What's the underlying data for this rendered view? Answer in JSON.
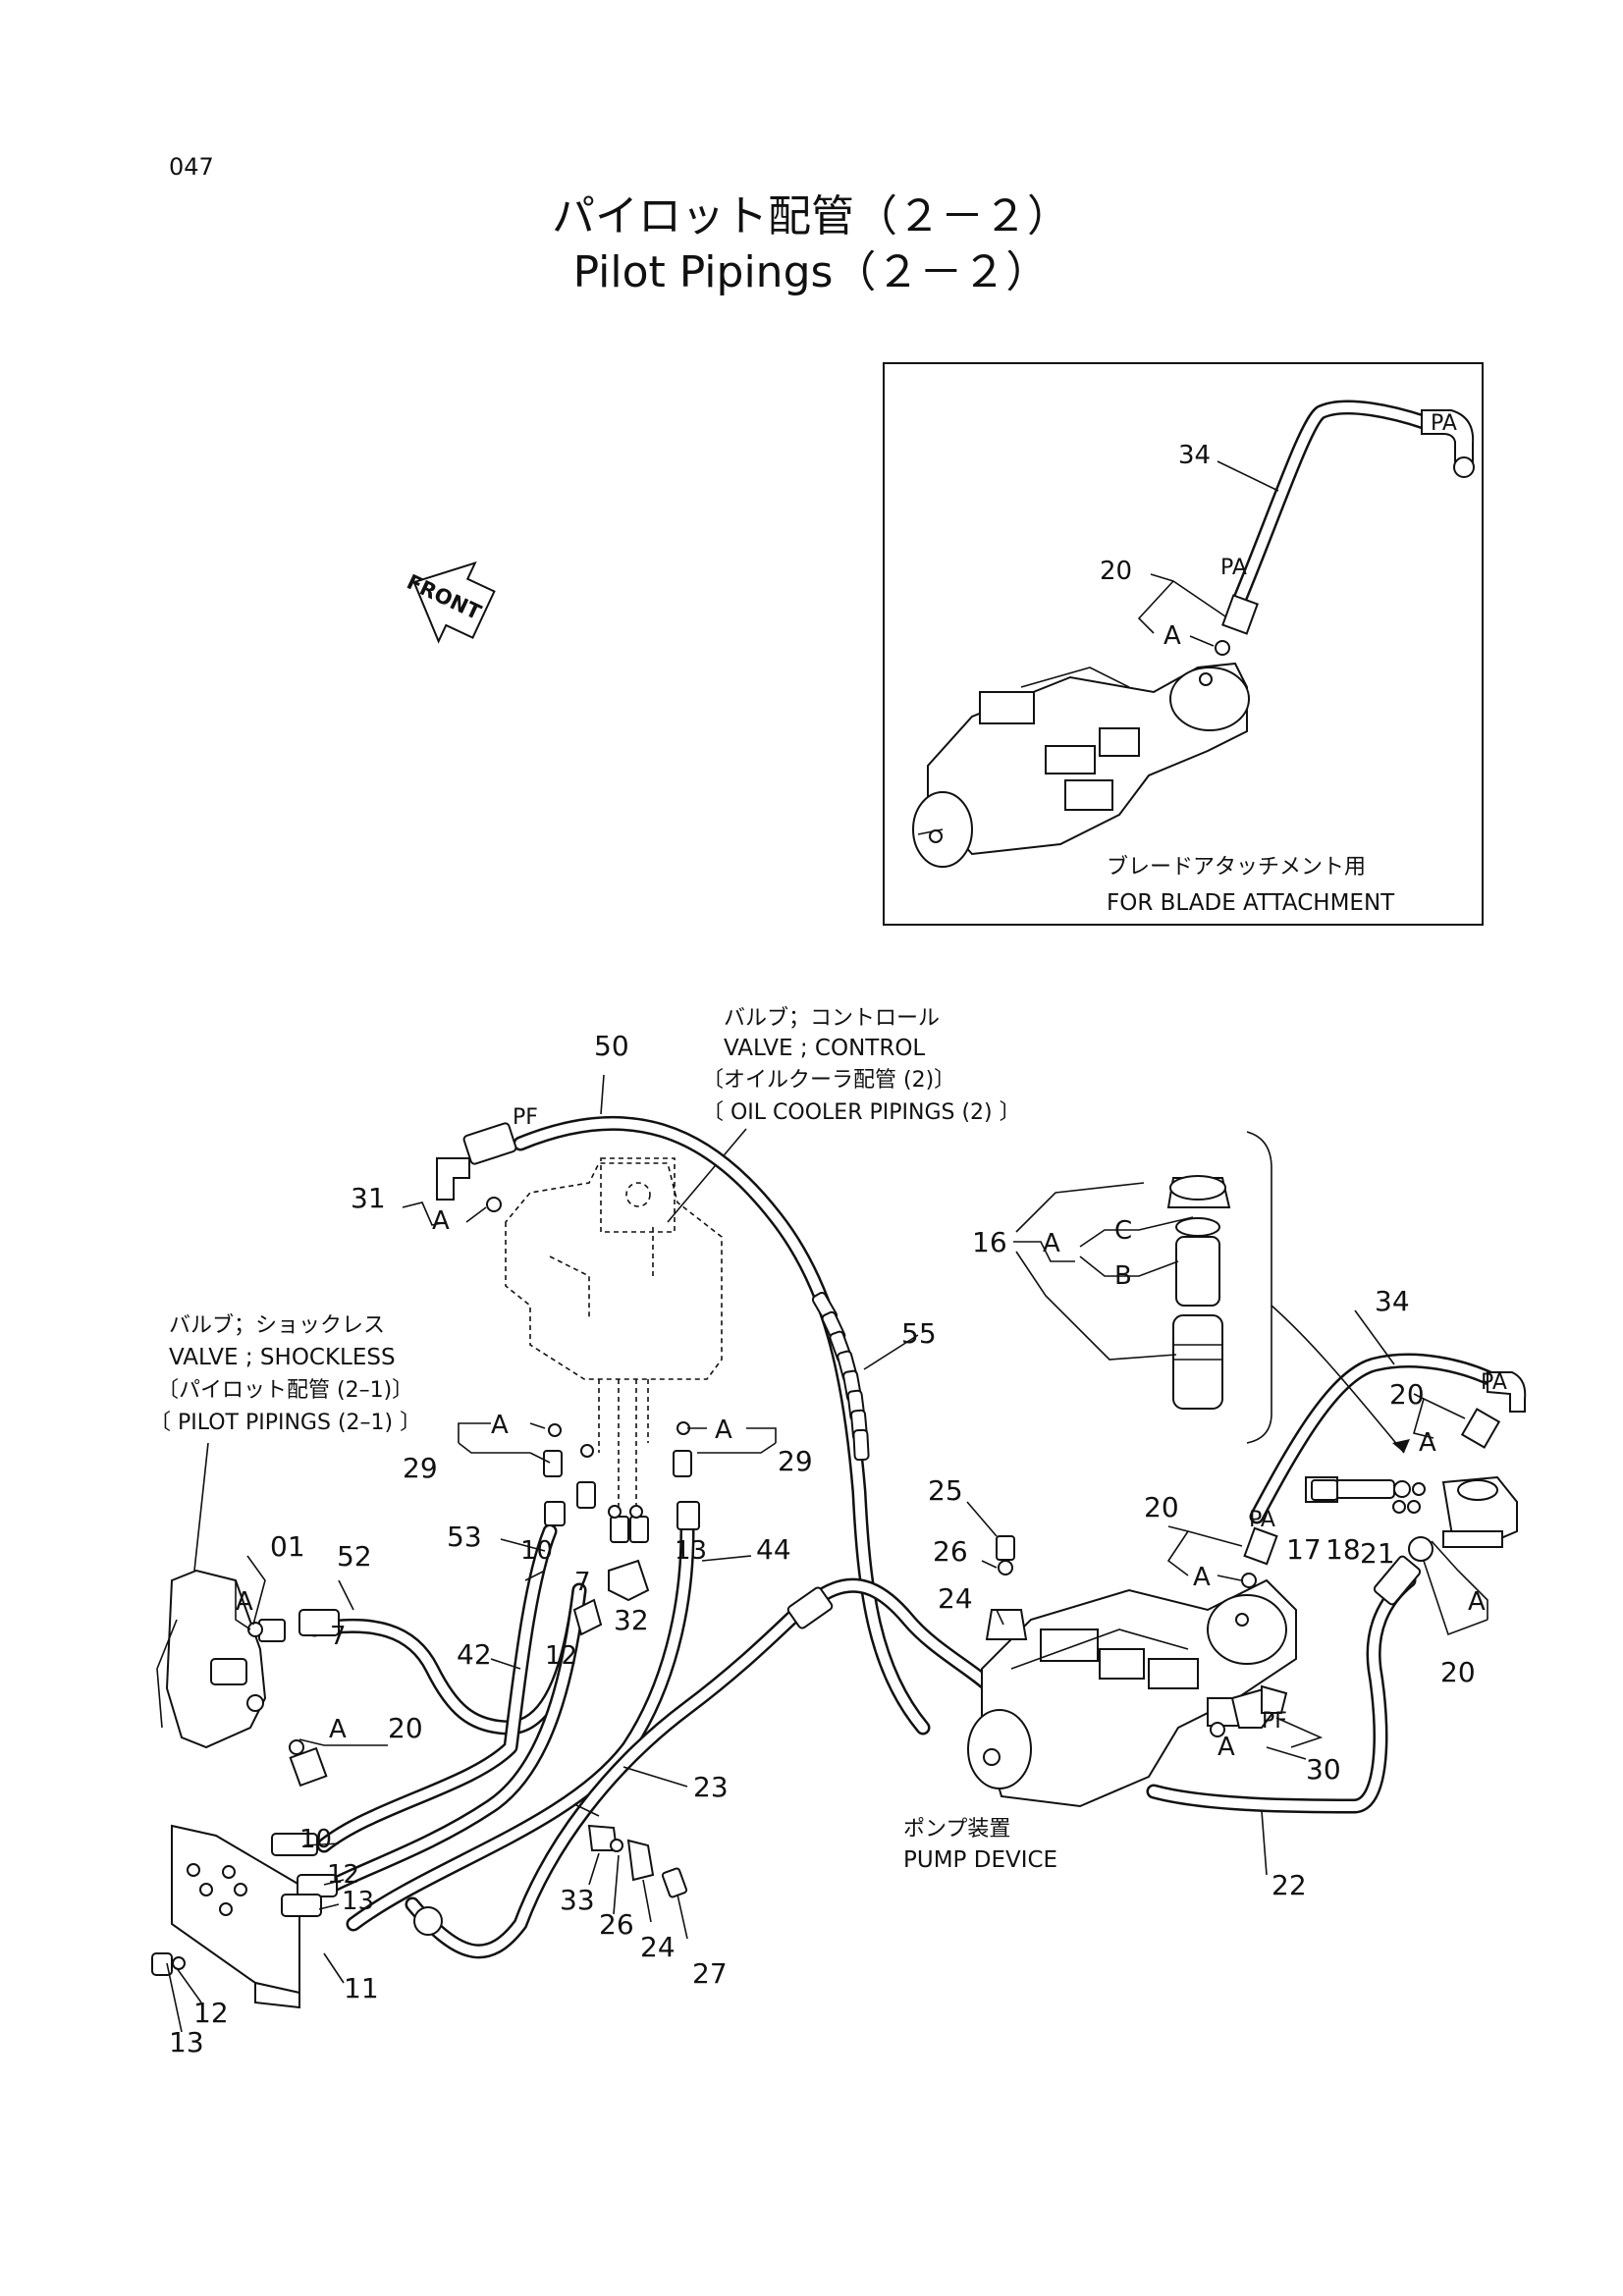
{
  "page_number": "047",
  "title_jp": "パイロット配管（２－２）",
  "title_en": "Pilot Pipings（２－２）",
  "front_label": "FRONT",
  "inset": {
    "label_jp": "ブレードアタッチメント用",
    "label_en": "FOR BLADE ATTACHMENT",
    "port_label": "PA",
    "callouts": [
      "34",
      "20",
      "PA",
      "A"
    ]
  },
  "notes": {
    "control_valve": {
      "jp": "バルブ；コントロール",
      "en": "VALVE ; CONTROL",
      "ref_jp": "〔オイルクーラ配管 (2)〕",
      "ref_en": "〔 OIL COOLER PIPINGS (2) 〕"
    },
    "shockless_valve": {
      "jp": "バルブ；ショックレス",
      "en": "VALVE ; SHOCKLESS",
      "ref_jp": "〔パイロット配管 (2–1)〕",
      "ref_en": "〔 PILOT PIPINGS (2–1) 〕"
    },
    "pump_device": {
      "jp": "ポンプ装置",
      "en": "PUMP DEVICE"
    }
  },
  "filter_callouts": [
    "16",
    "A",
    "C",
    "B"
  ],
  "port_labels": [
    "PF",
    "PF",
    "PA"
  ],
  "callouts": [
    "50",
    "31",
    "A",
    "55",
    "29",
    "A",
    "29",
    "A",
    "53",
    "10",
    "7",
    "13",
    "44",
    "42",
    "12",
    "32",
    "01",
    "A",
    "52",
    "7",
    "A",
    "20",
    "23",
    "10",
    "12",
    "13",
    "11",
    "12",
    "13",
    "33",
    "26",
    "24",
    "27",
    "25",
    "26",
    "24",
    "20",
    "A",
    "17",
    "18",
    "21",
    "A",
    "20",
    "34",
    "20",
    "A",
    "A",
    "30",
    "22"
  ]
}
